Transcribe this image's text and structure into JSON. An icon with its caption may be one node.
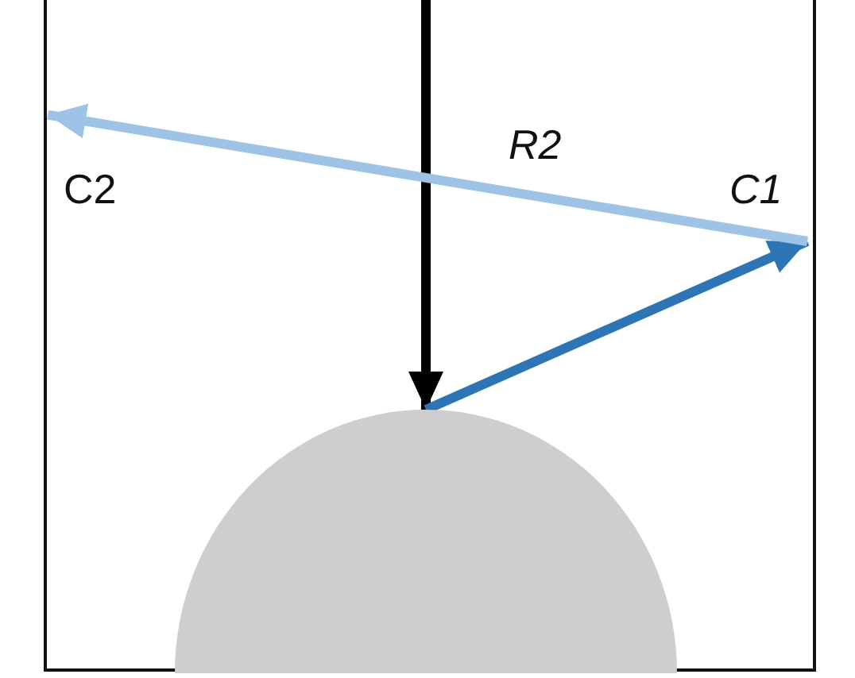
{
  "diagram": {
    "nodes": [
      {
        "text": [],
        "shape": "semicircle"
      },
      {
        "text": [
          "C1"
        ]
      },
      {
        "text": [
          "C2"
        ]
      }
    ],
    "edges": [
      {
        "from": null,
        "to": 0,
        "arrow": "to",
        "color": "#000000"
      },
      {
        "from": 0,
        "to": 1,
        "arrow": "to",
        "color": "#2e75b6"
      },
      {
        "from": 1,
        "to": 2,
        "arrow": "to",
        "color": "#9dc3e6",
        "label": "R2"
      }
    ]
  }
}
